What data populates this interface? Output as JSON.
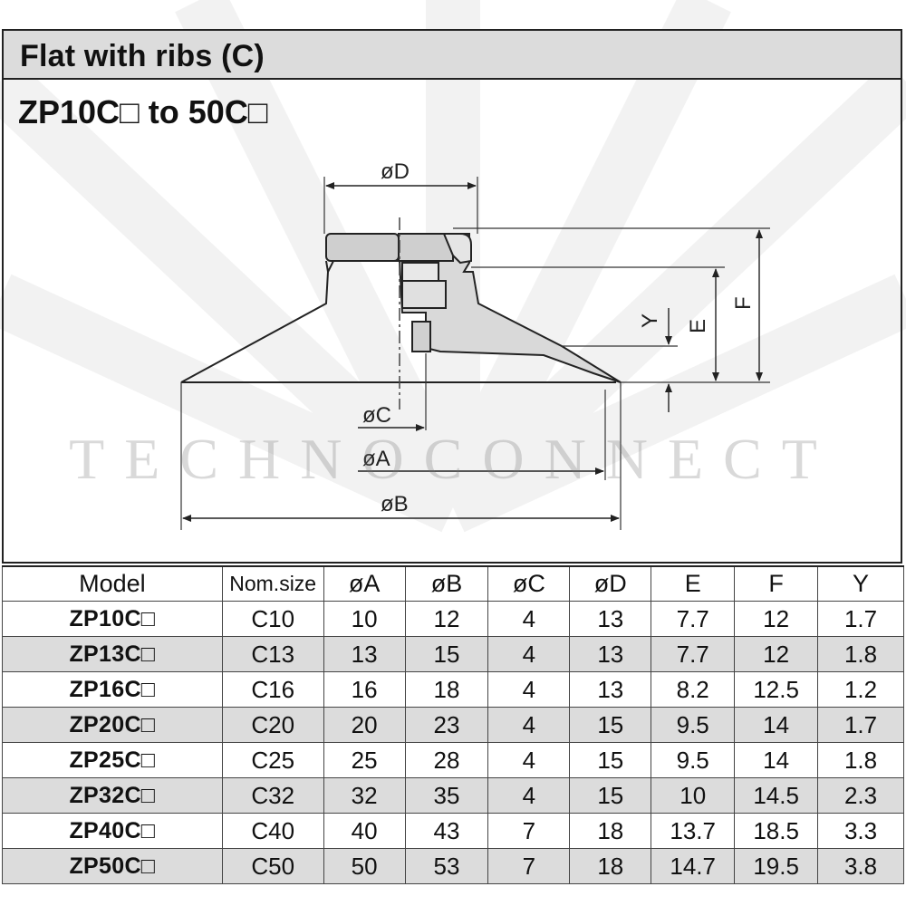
{
  "header": {
    "title": "Flat with ribs (C)",
    "subtitle": "ZP10C□ to 50C□"
  },
  "drawing": {
    "labels": {
      "dia_d": "øD",
      "dia_c": "øC",
      "dia_a": "øA",
      "dia_b": "øB",
      "y": "Y",
      "e": "E",
      "f": "F"
    }
  },
  "watermark": "TECHNOCONNECT",
  "table": {
    "headers": [
      "Model",
      "Nom.size",
      "øA",
      "øB",
      "øC",
      "øD",
      "E",
      "F",
      "Y"
    ],
    "rows": [
      [
        "ZP10C□",
        "C10",
        "10",
        "12",
        "4",
        "13",
        "7.7",
        "12",
        "1.7"
      ],
      [
        "ZP13C□",
        "C13",
        "13",
        "15",
        "4",
        "13",
        "7.7",
        "12",
        "1.8"
      ],
      [
        "ZP16C□",
        "C16",
        "16",
        "18",
        "4",
        "13",
        "8.2",
        "12.5",
        "1.2"
      ],
      [
        "ZP20C□",
        "C20",
        "20",
        "23",
        "4",
        "15",
        "9.5",
        "14",
        "1.7"
      ],
      [
        "ZP25C□",
        "C25",
        "25",
        "28",
        "4",
        "15",
        "9.5",
        "14",
        "1.8"
      ],
      [
        "ZP32C□",
        "C32",
        "32",
        "35",
        "4",
        "15",
        "10",
        "14.5",
        "2.3"
      ],
      [
        "ZP40C□",
        "C40",
        "40",
        "43",
        "7",
        "18",
        "13.7",
        "18.5",
        "3.3"
      ],
      [
        "ZP50C□",
        "C50",
        "50",
        "53",
        "7",
        "18",
        "14.7",
        "19.5",
        "3.8"
      ]
    ]
  }
}
